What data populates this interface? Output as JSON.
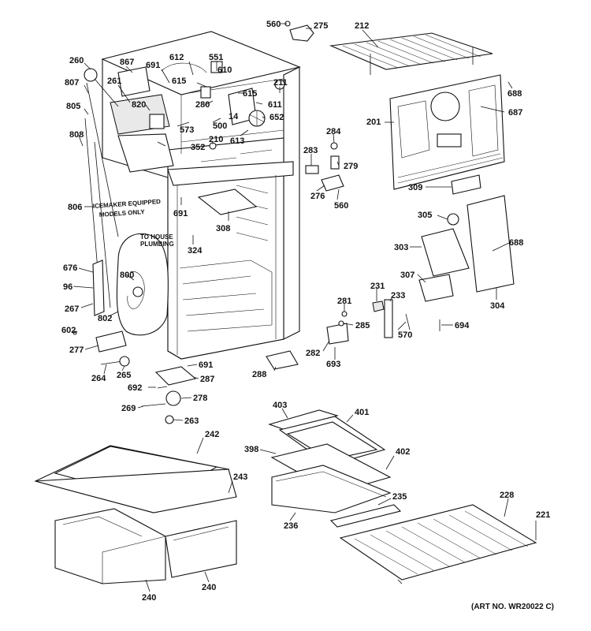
{
  "notes": {
    "icemaker": [
      "ICEMAKER EQUIPPED",
      "MODELS ONLY"
    ],
    "house_plumbing": [
      "TO HOUSE",
      "PLUMBING"
    ],
    "art_no": "(ART NO. WR20022 C)"
  },
  "labels": [
    {
      "id": "560a",
      "text": "560"
    },
    {
      "id": "275",
      "text": "275"
    },
    {
      "id": "212",
      "text": "212"
    },
    {
      "id": "260",
      "text": "260"
    },
    {
      "id": "867",
      "text": "867"
    },
    {
      "id": "691a",
      "text": "691"
    },
    {
      "id": "612",
      "text": "612"
    },
    {
      "id": "551",
      "text": "551"
    },
    {
      "id": "807",
      "text": "807"
    },
    {
      "id": "615a",
      "text": "615"
    },
    {
      "id": "610",
      "text": "610"
    },
    {
      "id": "261",
      "text": "261"
    },
    {
      "id": "211",
      "text": "211"
    },
    {
      "id": "688a",
      "text": "688"
    },
    {
      "id": "805",
      "text": "805"
    },
    {
      "id": "820",
      "text": "820"
    },
    {
      "id": "280",
      "text": "280"
    },
    {
      "id": "615b",
      "text": "615"
    },
    {
      "id": "611",
      "text": "611"
    },
    {
      "id": "201",
      "text": "201"
    },
    {
      "id": "687",
      "text": "687"
    },
    {
      "id": "14",
      "text": "14"
    },
    {
      "id": "652",
      "text": "652"
    },
    {
      "id": "573",
      "text": "573"
    },
    {
      "id": "500",
      "text": "500"
    },
    {
      "id": "613",
      "text": "613"
    },
    {
      "id": "808",
      "text": "808"
    },
    {
      "id": "284",
      "text": "284"
    },
    {
      "id": "210",
      "text": "210"
    },
    {
      "id": "352",
      "text": "352"
    },
    {
      "id": "283",
      "text": "283"
    },
    {
      "id": "279",
      "text": "279"
    },
    {
      "id": "309",
      "text": "309"
    },
    {
      "id": "276",
      "text": "276"
    },
    {
      "id": "560b",
      "text": "560"
    },
    {
      "id": "806",
      "text": "806"
    },
    {
      "id": "691b",
      "text": "691"
    },
    {
      "id": "305",
      "text": "305"
    },
    {
      "id": "308",
      "text": "308"
    },
    {
      "id": "303",
      "text": "303"
    },
    {
      "id": "688b",
      "text": "688"
    },
    {
      "id": "324",
      "text": "324"
    },
    {
      "id": "676",
      "text": "676"
    },
    {
      "id": "800",
      "text": "800"
    },
    {
      "id": "307",
      "text": "307"
    },
    {
      "id": "96",
      "text": "96"
    },
    {
      "id": "231",
      "text": "231"
    },
    {
      "id": "304",
      "text": "304"
    },
    {
      "id": "267",
      "text": "267"
    },
    {
      "id": "233",
      "text": "233"
    },
    {
      "id": "281",
      "text": "281"
    },
    {
      "id": "802",
      "text": "802"
    },
    {
      "id": "285",
      "text": "285"
    },
    {
      "id": "694",
      "text": "694"
    },
    {
      "id": "602",
      "text": "602"
    },
    {
      "id": "570",
      "text": "570"
    },
    {
      "id": "277",
      "text": "277"
    },
    {
      "id": "282",
      "text": "282"
    },
    {
      "id": "693",
      "text": "693"
    },
    {
      "id": "265",
      "text": "265"
    },
    {
      "id": "264",
      "text": "264"
    },
    {
      "id": "691c",
      "text": "691"
    },
    {
      "id": "288",
      "text": "288"
    },
    {
      "id": "287",
      "text": "287"
    },
    {
      "id": "692",
      "text": "692"
    },
    {
      "id": "278",
      "text": "278"
    },
    {
      "id": "269",
      "text": "269"
    },
    {
      "id": "263",
      "text": "263"
    },
    {
      "id": "403",
      "text": "403"
    },
    {
      "id": "401",
      "text": "401"
    },
    {
      "id": "242",
      "text": "242"
    },
    {
      "id": "398",
      "text": "398"
    },
    {
      "id": "402",
      "text": "402"
    },
    {
      "id": "243",
      "text": "243"
    },
    {
      "id": "235",
      "text": "235"
    },
    {
      "id": "228",
      "text": "228"
    },
    {
      "id": "221",
      "text": "221"
    },
    {
      "id": "236",
      "text": "236"
    },
    {
      "id": "240a",
      "text": "240"
    },
    {
      "id": "240b",
      "text": "240"
    }
  ]
}
